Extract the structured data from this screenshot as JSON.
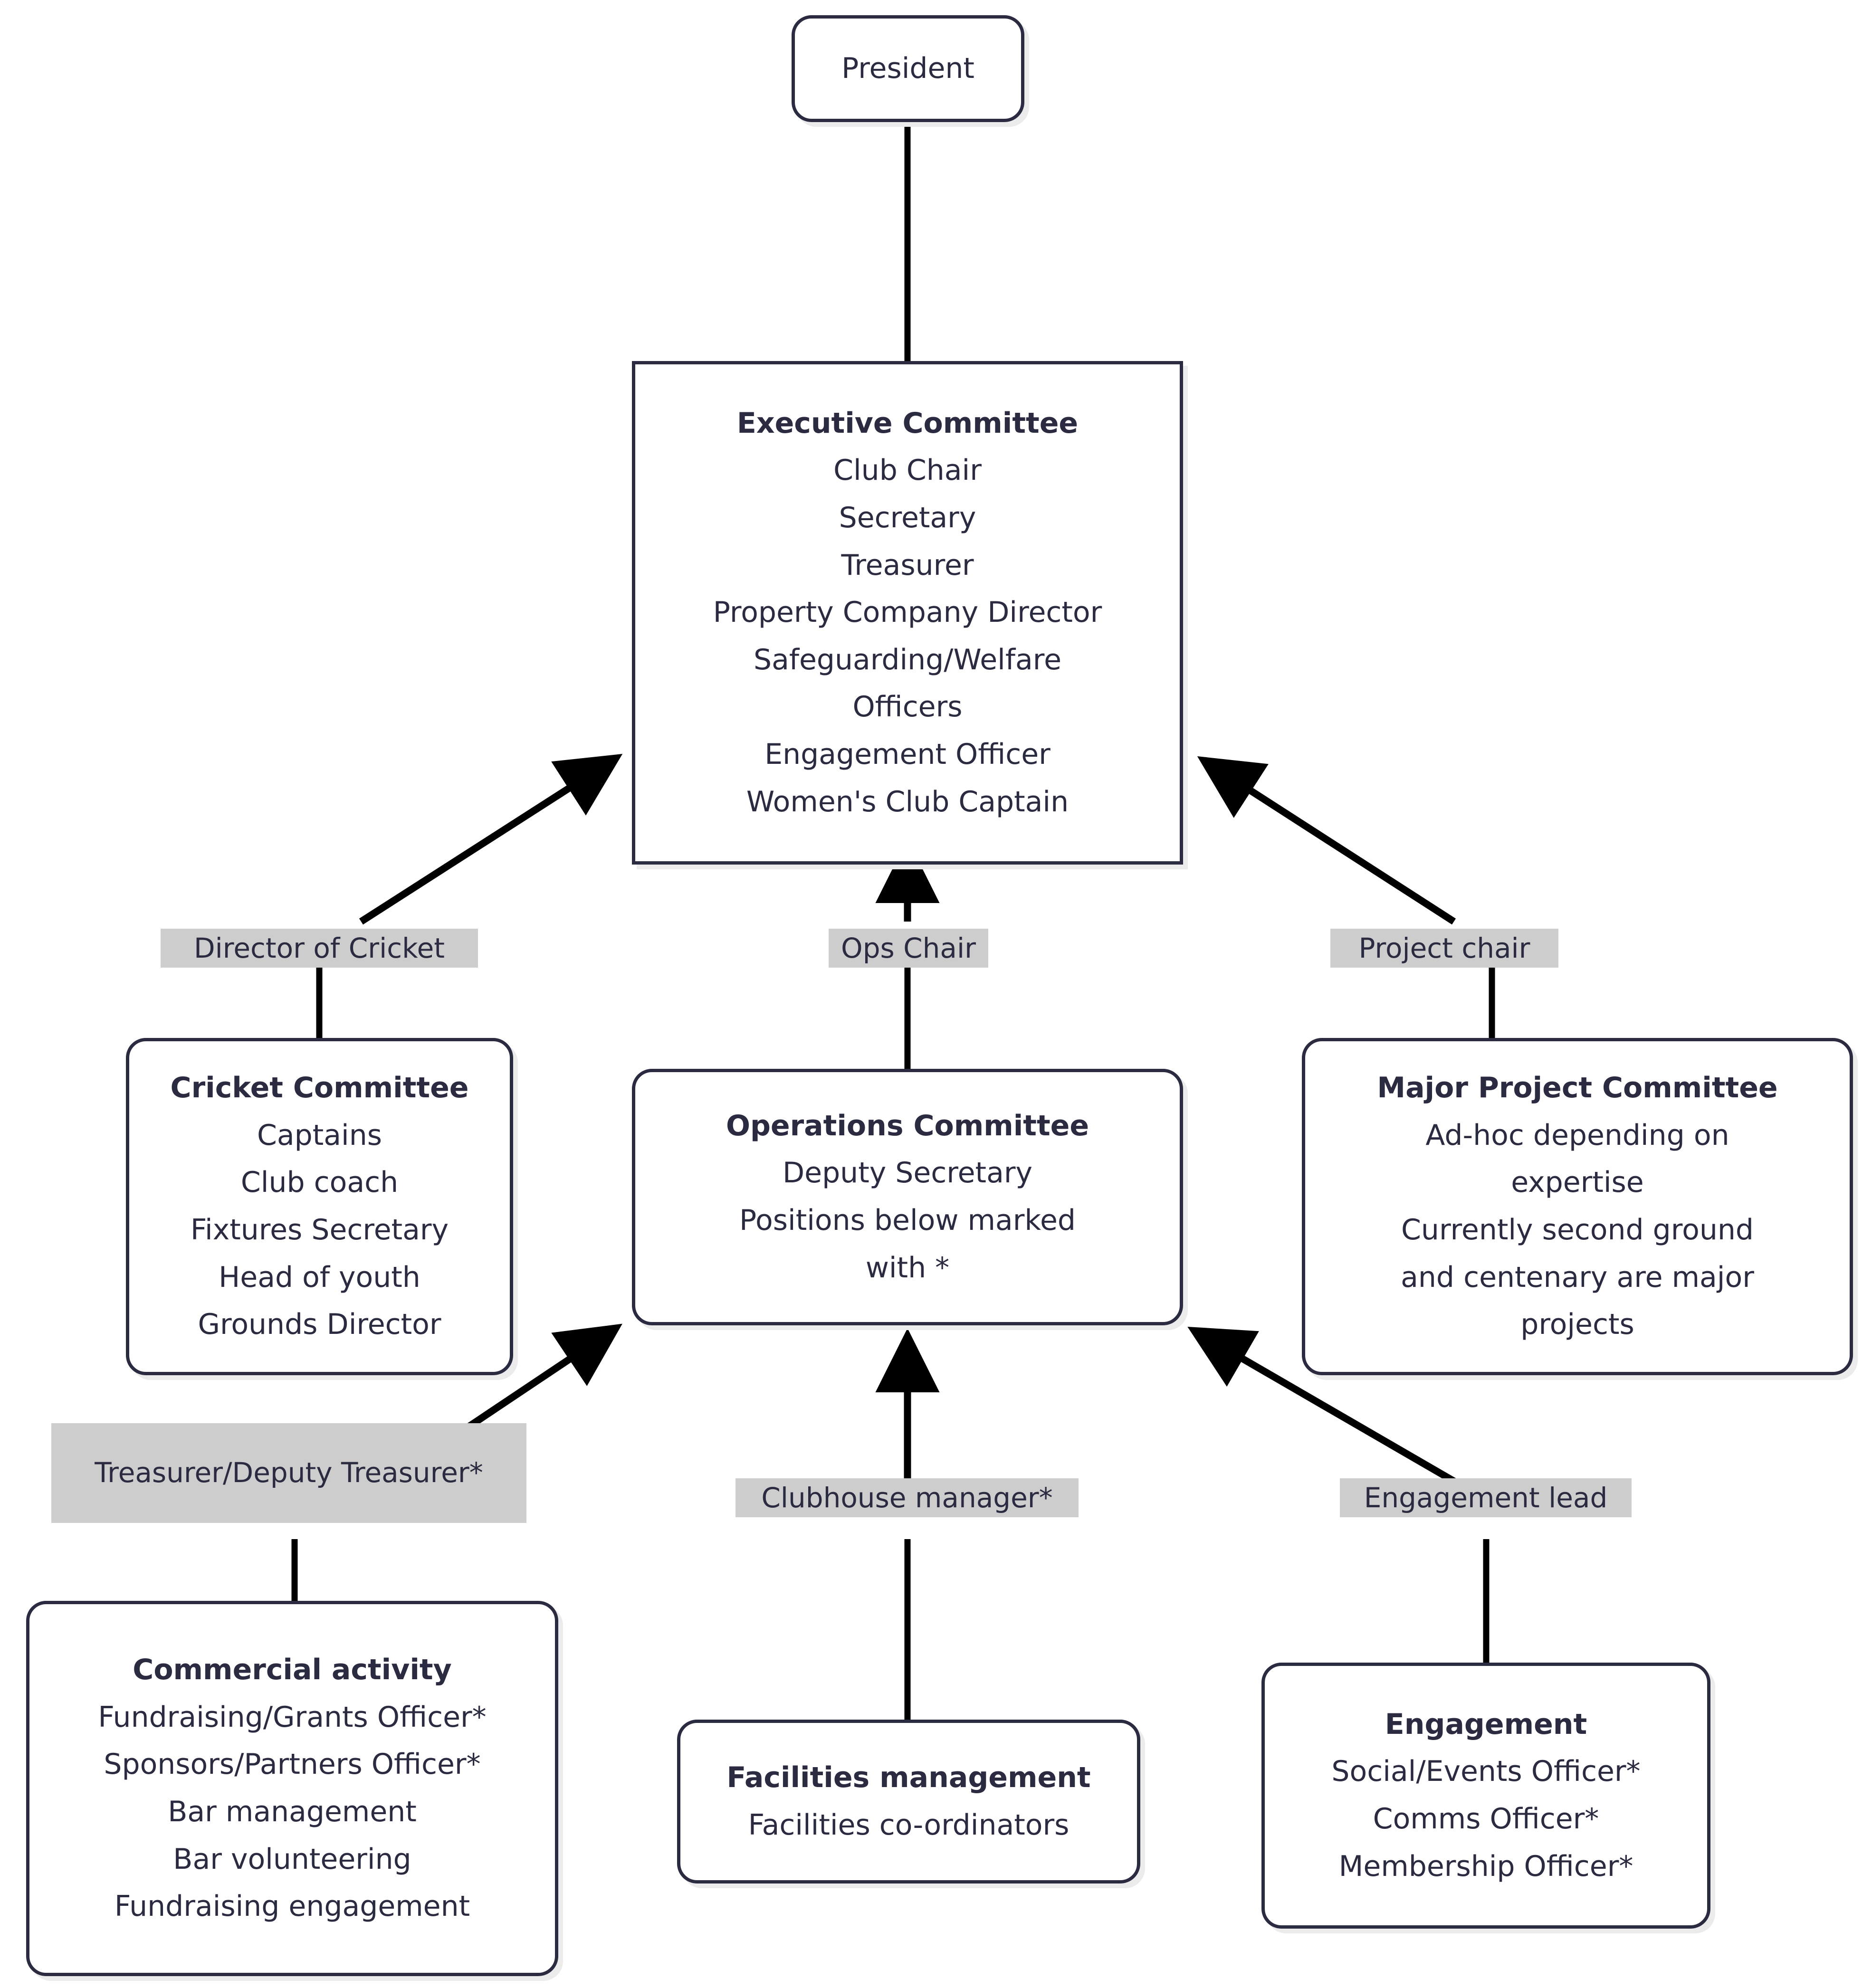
{
  "diagram": {
    "title": "Cricket Club Governance Structure",
    "colors": {
      "node_border": "#2a2a40",
      "node_fill": "#ffffff",
      "text": "#2a2a40",
      "edge_line": "#000000",
      "edge_label_background": "#cdcdcd",
      "node_shadow": "#ebebeb"
    }
  },
  "nodes": {
    "president": {
      "lines": [
        "President"
      ],
      "shape": "rounded"
    },
    "executive_committee": {
      "lines": [
        "Executive Committee",
        "Club Chair",
        "Secretary",
        "Treasurer",
        "Property Company Director",
        "Safeguarding/Welfare",
        "Officers",
        "Engagement Officer",
        "Women's Club Captain"
      ],
      "shape": "square"
    },
    "cricket_committee": {
      "lines": [
        "Cricket Committee",
        "Captains",
        "Club coach",
        "Fixtures Secretary",
        "Head of youth",
        "Grounds Director"
      ],
      "shape": "rounded"
    },
    "operations_committee": {
      "lines": [
        "Operations Committee",
        "Deputy Secretary",
        "Positions below marked with *"
      ],
      "shape": "rounded"
    },
    "major_project_committee": {
      "lines": [
        "Major Project Committee",
        "Ad-hoc depending on expertise",
        "Currently second ground and centenary are major projects"
      ],
      "shape": "rounded"
    },
    "commercial_activity": {
      "lines": [
        "Commercial activity",
        "Fundraising/Grants Officer*",
        "Sponsors/Partners Officer*",
        "Bar management",
        "Bar volunteering",
        "Fundraising engagement"
      ],
      "shape": "rounded"
    },
    "facilities_management": {
      "lines": [
        "Facilities management",
        "Facilities co-ordinators"
      ],
      "shape": "rounded"
    },
    "engagement": {
      "lines": [
        "Engagement",
        "Social/Events Officer*",
        "Comms Officer*",
        "Membership Officer*"
      ],
      "shape": "rounded"
    }
  },
  "edge_labels": {
    "director_of_cricket": "Director of Cricket",
    "ops_chair": "Ops Chair",
    "project_chair": "Project chair",
    "treasurer_deputy": "Treasurer/Deputy Treasurer*",
    "clubhouse_manager": "Clubhouse manager*",
    "engagement_lead": "Engagement lead"
  },
  "edges": [
    {
      "from": "president",
      "to": "executive_committee",
      "label": "",
      "arrow": false
    },
    {
      "from": "cricket_committee",
      "to": "executive_committee",
      "label": "Director of Cricket",
      "arrow": true
    },
    {
      "from": "operations_committee",
      "to": "executive_committee",
      "label": "Ops Chair",
      "arrow": true
    },
    {
      "from": "major_project_committee",
      "to": "executive_committee",
      "label": "Project chair",
      "arrow": true
    },
    {
      "from": "commercial_activity",
      "to": "operations_committee",
      "label": "Treasurer/Deputy Treasurer*",
      "arrow": true
    },
    {
      "from": "facilities_management",
      "to": "operations_committee",
      "label": "Clubhouse manager*",
      "arrow": true
    },
    {
      "from": "engagement",
      "to": "operations_committee",
      "label": "Engagement lead",
      "arrow": true
    }
  ]
}
